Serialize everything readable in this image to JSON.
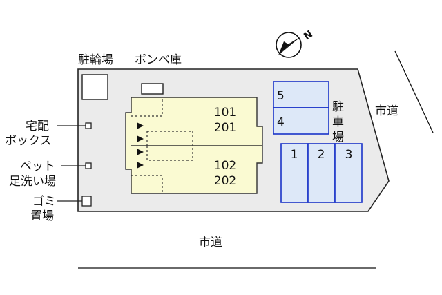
{
  "labels": {
    "bicycle_parking": "駐輪場",
    "gas_storage": "ボンベ庫",
    "delivery_box_line1": "宅配",
    "delivery_box_line2": "ボックス",
    "pet_wash_line1": "ペット",
    "pet_wash_line2": "足洗い場",
    "garbage_line1": "ゴミ",
    "garbage_line2": "置場",
    "parking_c1": "駐",
    "parking_c2": "車",
    "parking_c3": "場",
    "city_road_right": "市道",
    "city_road_bottom": "市道",
    "compass_letter": "N"
  },
  "units": {
    "upper": [
      "101",
      "201"
    ],
    "lower": [
      "102",
      "202"
    ]
  },
  "parking_spaces": [
    "1",
    "2",
    "3",
    "4",
    "5"
  ],
  "colors": {
    "lot_fill": "#ebebeb",
    "building_fill": "#fafad2",
    "parking_fill": "#dde8f8",
    "parking_stroke": "#1a33c8",
    "road_line": "#111111"
  }
}
